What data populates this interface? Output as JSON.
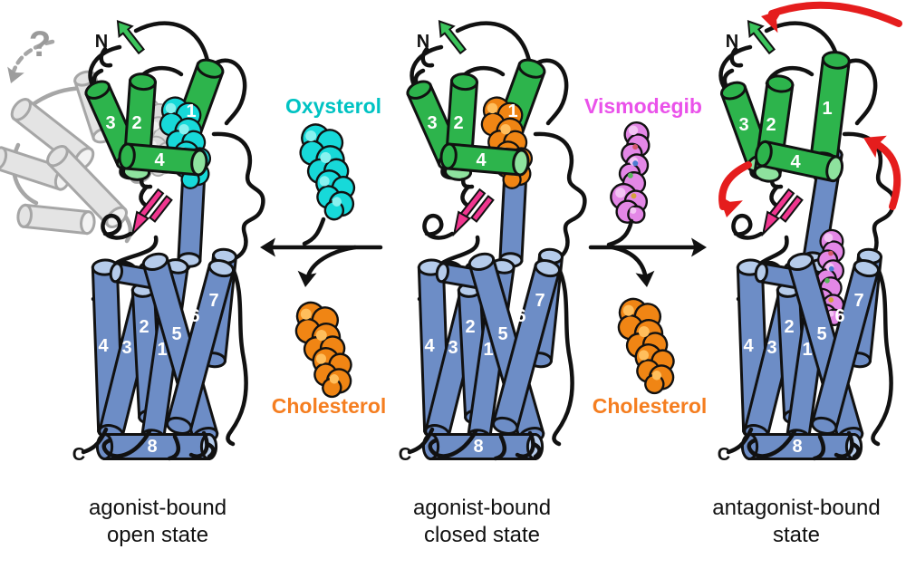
{
  "panels": {
    "left": {
      "state_line1": "agonist-bound",
      "state_line2": "open state"
    },
    "middle": {
      "state_line1": "agonist-bound",
      "state_line2": "closed state"
    },
    "right": {
      "state_line1": "antagonist-bound",
      "state_line2": "state"
    }
  },
  "ligands": {
    "oxysterol": {
      "label": "Oxysterol",
      "color": "#00C3C3"
    },
    "vismodegib": {
      "label": "Vismodegib",
      "color": "#EA52EA"
    },
    "cholesterol_left": {
      "label": "Cholesterol",
      "color": "#F57E20"
    },
    "cholesterol_right": {
      "label": "Cholesterol",
      "color": "#F57E20"
    }
  },
  "structure_labels": {
    "crd_helices": [
      "1",
      "2",
      "3",
      "4"
    ],
    "tm_helices": [
      "1",
      "2",
      "3",
      "4",
      "5",
      "6",
      "7",
      "8"
    ],
    "n_terminus": "N",
    "c_terminus": "C",
    "unknown_marker": "?"
  },
  "colors": {
    "crd_green": "#2DB44C",
    "crd_green_cap": "#8EE29E",
    "tm_blue": "#6D8DC6",
    "tm_blue_cap": "#B5CBEA",
    "loop_black": "#111111",
    "hairpin_pink": "#F0368F",
    "ghost_gray": "#A6A6A6",
    "ghost_fill": "#E4E4E4",
    "red_arrow": "#E51D1D",
    "oxysterol_fill": "#17D9D9",
    "oxysterol_hi": "#88F2F0",
    "cholesterol_fill": "#F08514",
    "cholesterol_hi": "#FFBE5C",
    "vismodegib_fill": "#E387E6",
    "vismodegib_hi": "#F3C4F4"
  }
}
